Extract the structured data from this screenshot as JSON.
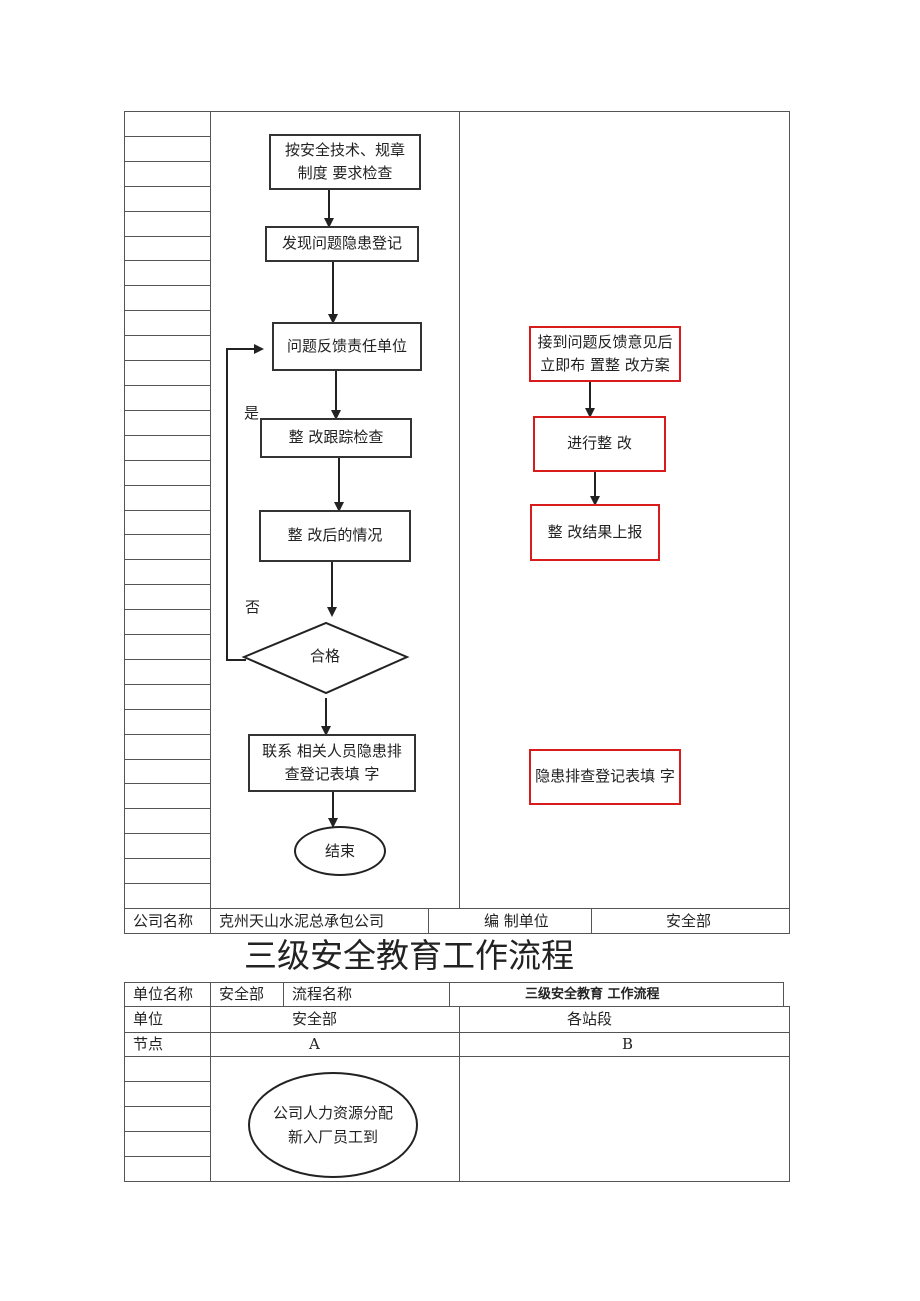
{
  "flow1": {
    "left_steps": {
      "check": "按安全技术、规章\n制度 要求检查",
      "register": "发现问题隐患登记",
      "feedback": "问题反馈责任单位",
      "track": "整 改跟踪检查",
      "situation": "整 改后的情况",
      "qualified": "合格",
      "contact": "联系 相关人员隐患排\n查登记表填 字",
      "end": "结束"
    },
    "labels": {
      "yes": "是",
      "no": "否"
    },
    "right_steps": {
      "receive": "接到问题反馈意见后\n立即布 置整 改方案",
      "rectify": "进行整 改",
      "report": "整 改结果上报",
      "form": "隐患排查登记表填 字"
    },
    "footer": {
      "company_label": "公司名称",
      "company_value": "克州天山水泥总承包公司",
      "unit_label": "编 制单位",
      "unit_value": "安全部"
    }
  },
  "flow2": {
    "title": "三级安全教育工作流程",
    "header": {
      "unit_name_label": "单位名称",
      "unit_name_value": "安全部",
      "process_label": "流程名称",
      "process_value": "三级安全教育 工作流程"
    },
    "unit_row": {
      "label": "单位",
      "col_a": "安全部",
      "col_b": "各站段"
    },
    "node_row": {
      "label": "节点",
      "col_a": "A",
      "col_b": "B"
    },
    "start": "公司人力资源分配\n新入厂员工到"
  }
}
